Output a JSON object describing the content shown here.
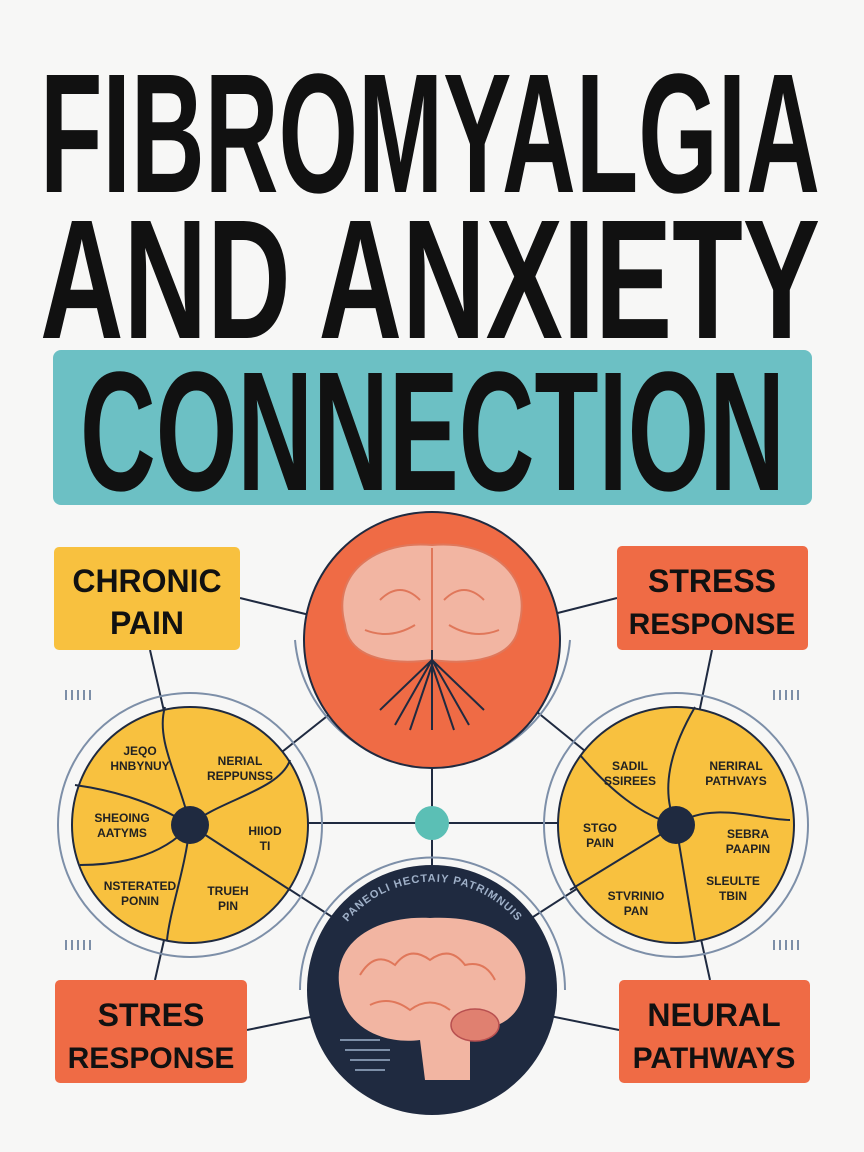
{
  "title": {
    "line1": "FIBROMYALGIA",
    "line2": "AND ANXIETY",
    "highlight": "CONNECTION"
  },
  "colors": {
    "teal": "#6cc0c4",
    "orange": "#ef6b45",
    "yellow": "#f8c13f",
    "navy": "#1f2a40",
    "brain": "#f2b5a2",
    "background": "#f7f7f6"
  },
  "boxes": {
    "top_left": {
      "line1": "CHRONIC",
      "line2": "PAIN"
    },
    "top_right": {
      "line1": "STRESS",
      "line2": "RESPONSE"
    },
    "bottom_left": {
      "line1": "STRES",
      "line2": "RESPONSE"
    },
    "bottom_right": {
      "line1": "NEURAL",
      "line2": "PATHWAYS"
    }
  },
  "left_wheel": [
    {
      "line1": "JEQO",
      "line2": "HNBYNUY"
    },
    {
      "line1": "NERIAL",
      "line2": "REPPUNSS"
    },
    {
      "line1": "SHEOING",
      "line2": "AATYMS"
    },
    {
      "line1": "HIIOD",
      "line2": "TI"
    },
    {
      "line1": "NSTERATED",
      "line2": "PONIN"
    },
    {
      "line1": "TRUEH",
      "line2": "PIN"
    }
  ],
  "right_wheel": [
    {
      "line1": "SADIL",
      "line2": "SSIREES"
    },
    {
      "line1": "NERIRAL",
      "line2": "PATHVAYS"
    },
    {
      "line1": "STGO",
      "line2": "PAIN"
    },
    {
      "line1": "SEBRA",
      "line2": "PAAPIN"
    },
    {
      "line1": "STVRINIO",
      "line2": "PAN"
    },
    {
      "line1": "SLEULTE",
      "line2": "TBIN"
    }
  ],
  "bottom_circle_arc_text": "PANEOLI HECTAIY PATRIMNUIS"
}
